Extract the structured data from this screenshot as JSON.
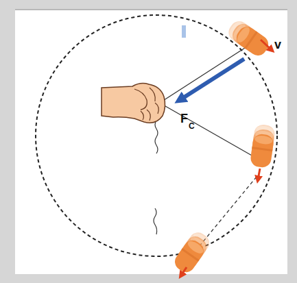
{
  "diagram": {
    "labels": [
      "v",
      "F",
      "C"
    ]
  }
}
